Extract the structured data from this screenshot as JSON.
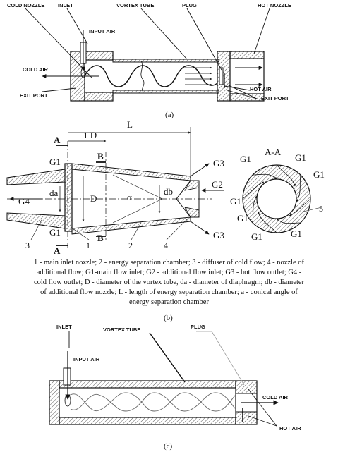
{
  "figure_a": {
    "labels": {
      "cold_nozzle": "COLD NOZZLE",
      "inlet": "INLET",
      "vortex_tube": "VORTEX TUBE",
      "plug": "PLUG",
      "hot_nozzle": "HOT NOZZLE",
      "input_air": "INPUT AIR",
      "cold_air": "COLD AIR",
      "exit_port_left": "EXIT PORT",
      "hot_air": "HOT AIR",
      "exit_port_right": "EXIT PORT"
    },
    "caption": "(a)"
  },
  "figure_b": {
    "labels": {
      "dim_L": "L",
      "dim_1D": "1 D",
      "sec_A_top": "A",
      "sec_A_bottom": "A",
      "sec_B_top": "B",
      "sec_B_bottom": "B",
      "g1_top": "G1",
      "g1_bottom": "G1",
      "g3_top": "G3",
      "g3_bottom": "G3",
      "g2": "G2",
      "g4": "G4",
      "da": "da",
      "D": "D",
      "alpha": "α",
      "db": "db",
      "num_1": "1",
      "num_2": "2",
      "num_3": "3",
      "num_4": "4"
    },
    "section_view": {
      "title": "A-A",
      "g1_labels": [
        "G1",
        "G1",
        "G1",
        "G1",
        "G1",
        "G1",
        "G1"
      ],
      "num_5": "5"
    },
    "legend": [
      "1 - main  inlet  nozzle; 2 - energy separation chamber; 3 - diffuser of cold flow; 4 - nozzle  of",
      "additional flow; G1-main flow inlet; G2 - additional flow  inlet; G3 - hot flow outlet; G4 -",
      "cold flow outlet; D - diameter of the vortex tube, da - diameter of diaphragm; db  - diameter",
      "of additional flow  nozzle; L  - length  of energy  separation chamber; a - conical  angle  of",
      "energy separation chamber"
    ],
    "caption": "(b)"
  },
  "figure_c": {
    "labels": {
      "inlet": "INLET",
      "vortex_tube": "VORTEX TUBE",
      "plug": "PLUG",
      "input_air": "INPUT AIR",
      "cold_air": "COLD AIR",
      "hot_air": "HOT AIR"
    },
    "caption": "(c)"
  }
}
